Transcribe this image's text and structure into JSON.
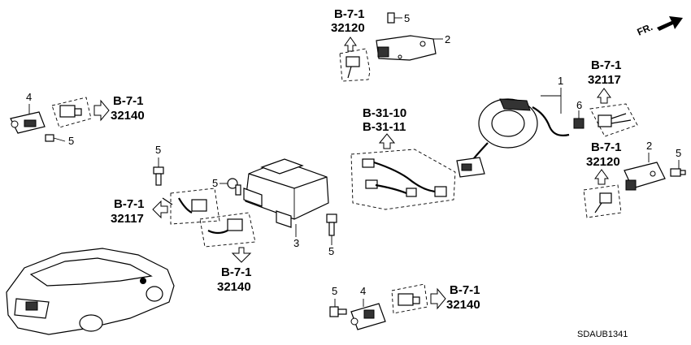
{
  "direction_label": "FR.",
  "diagram_code": "SDAUB1341",
  "refs": {
    "top_left_ref": {
      "page": "B-7-1",
      "part": "32140"
    },
    "top_mid_ref": {
      "page": "B-7-1",
      "part": "32120"
    },
    "wire_ref": {
      "page_a": "B-31-10",
      "page_b": "B-31-11"
    },
    "right_top_ref": {
      "page": "B-7-1",
      "part": "32117"
    },
    "right_mid_ref": {
      "page": "B-7-1",
      "part": "32120"
    },
    "left_mid_ref": {
      "page": "B-7-1",
      "part": "32117"
    },
    "center_ref": {
      "page": "B-7-1",
      "part": "32140"
    },
    "bottom_ref": {
      "page": "B-7-1",
      "part": "32140"
    }
  },
  "callouts": {
    "n1": "1",
    "n2_top": "2",
    "n2_right": "2",
    "n3": "3",
    "n4_left": "4",
    "n4_bottom": "4",
    "n5_top": "5",
    "n5_left": "5",
    "n5_leftbolt": "5",
    "n5_center": "5",
    "n5_ecu_right": "5",
    "n5_right": "5",
    "n5_bottom": "5",
    "n6": "6"
  }
}
